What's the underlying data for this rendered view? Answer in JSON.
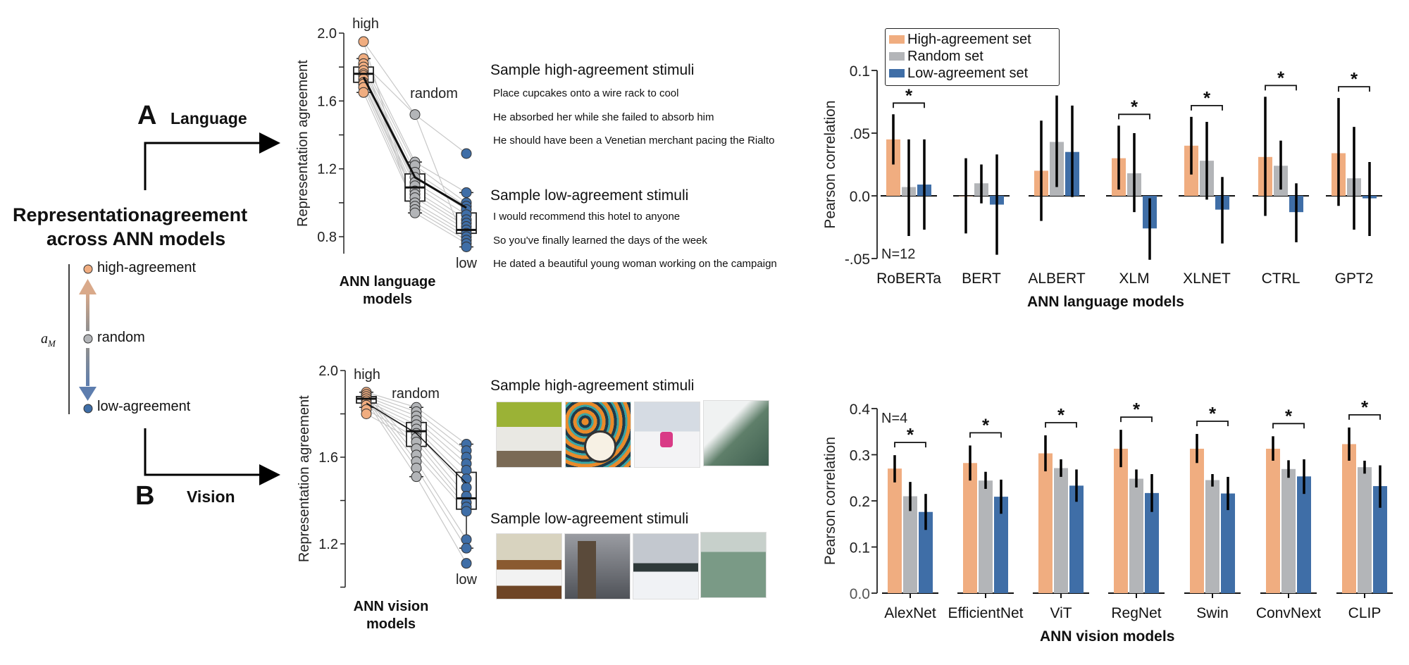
{
  "colors": {
    "high": "#F0AD80",
    "random": "#B3B5B8",
    "low": "#3F6EA7",
    "high_arrow": "#D8A885",
    "low_arrow": "#5D7DAE"
  },
  "left_panel": {
    "title_line1": "Representationagreement",
    "title_line2": "across ANN models",
    "axis_symbol": "a_M",
    "levels": [
      {
        "label": "high-agreement",
        "key": "high"
      },
      {
        "label": "random",
        "key": "random"
      },
      {
        "label": "low-agreement",
        "key": "low"
      }
    ],
    "panel_a": {
      "letter": "A",
      "label": "Language"
    },
    "panel_b": {
      "letter": "B",
      "label": "Vision"
    }
  },
  "language_stimuli": {
    "high_title": "Sample high-agreement stimuli",
    "high_sentences": [
      "Place cupcakes onto a wire rack to cool",
      "He absorbed her while she failed to absorb him",
      "He should have been a Venetian merchant pacing the Rialto"
    ],
    "low_title": "Sample low-agreement stimuli",
    "low_sentences": [
      "I would recommend this hotel to anyone",
      "So you've finally learned the days of the week",
      "He dated a beautiful young woman working on the campaign"
    ]
  },
  "vision_stimuli": {
    "high_title": "Sample high-agreement stimuli",
    "high_images": [
      "living-room",
      "clock-on-patterned-wall",
      "skier",
      "surfer"
    ],
    "low_title": "Sample low-agreement stimuli",
    "low_images": [
      "bed",
      "clock-tower",
      "snow-hikers",
      "kitesurfer"
    ]
  },
  "chart_data": [
    {
      "id": "language_dots",
      "type": "scatter",
      "title": "",
      "xlabel": "ANN language models",
      "ylabel": "Representation agreement",
      "ylim": [
        0.7,
        2.0
      ],
      "yticks": [
        0.8,
        1.2,
        1.6,
        2.0
      ],
      "yticklabels": [
        "0.8",
        "1.2",
        "1.6",
        "2.0"
      ],
      "categories": [
        "high",
        "random",
        "low"
      ],
      "category_labels": [
        "high",
        "random",
        "low"
      ],
      "series": [
        {
          "name": "high",
          "values": [
            1.95,
            1.85,
            1.82,
            1.8,
            1.78,
            1.76,
            1.75,
            1.73,
            1.71,
            1.7,
            1.68,
            1.65
          ]
        },
        {
          "name": "random",
          "values": [
            1.52,
            1.24,
            1.22,
            1.18,
            1.15,
            1.12,
            1.1,
            1.07,
            1.05,
            1.03,
            1.0,
            0.98,
            0.96,
            0.94
          ]
        },
        {
          "name": "low",
          "values": [
            1.29,
            1.06,
            1.0,
            0.98,
            0.96,
            0.93,
            0.9,
            0.88,
            0.86,
            0.84,
            0.82,
            0.8,
            0.78,
            0.76,
            0.74
          ]
        }
      ],
      "box": [
        {
          "q1": 1.71,
          "median": 1.76,
          "q3": 1.8,
          "whisker_low": 1.65,
          "whisker_high": 1.85
        },
        {
          "q1": 1.01,
          "median": 1.09,
          "q3": 1.17,
          "whisker_low": 0.94,
          "whisker_high": 1.24
        },
        {
          "q1": 0.82,
          "median": 0.84,
          "q3": 0.94,
          "whisker_low": 0.74,
          "whisker_high": 1.06
        }
      ],
      "mean_line": [
        1.74,
        1.15,
        0.97
      ]
    },
    {
      "id": "language_bars",
      "type": "bar",
      "title": "",
      "xlabel": "ANN language models",
      "ylabel": "Pearson correlation",
      "ylim": [
        -0.05,
        0.1
      ],
      "yticks": [
        -0.05,
        0.0,
        0.05,
        0.1
      ],
      "yticklabels": [
        "-.05",
        "0.0",
        ".05",
        "0.1"
      ],
      "annotation": "N=12",
      "legend": [
        "High-agreement set",
        "Random set",
        "Low-agreement set"
      ],
      "legend_position": "top-left",
      "categories": [
        "RoBERTa",
        "BERT",
        "ALBERT",
        "XLM",
        "XLNET",
        "CTRL",
        "GPT2"
      ],
      "series": [
        {
          "name": "High-agreement set",
          "values": [
            0.045,
            0.0,
            0.02,
            0.03,
            0.04,
            0.031,
            0.034
          ],
          "err_low": [
            0.025,
            -0.03,
            -0.02,
            0.005,
            0.017,
            -0.016,
            -0.008
          ],
          "err_high": [
            0.065,
            0.03,
            0.06,
            0.056,
            0.063,
            0.079,
            0.078
          ]
        },
        {
          "name": "Random set",
          "values": [
            0.007,
            0.01,
            0.043,
            0.018,
            0.028,
            0.024,
            0.014
          ],
          "err_low": [
            -0.032,
            -0.006,
            0.007,
            -0.013,
            -0.003,
            0.005,
            -0.027
          ],
          "err_high": [
            0.045,
            0.025,
            0.08,
            0.05,
            0.059,
            0.044,
            0.055
          ]
        },
        {
          "name": "Low-agreement set",
          "values": [
            0.009,
            -0.007,
            0.035,
            -0.026,
            -0.011,
            -0.013,
            -0.002
          ],
          "err_low": [
            -0.027,
            -0.047,
            -0.001,
            -0.051,
            -0.038,
            -0.037,
            -0.032
          ],
          "err_high": [
            0.045,
            0.033,
            0.072,
            -0.002,
            0.015,
            0.01,
            0.027
          ]
        }
      ],
      "significance": [
        "*",
        "",
        "",
        "*",
        "*",
        "*",
        "*"
      ]
    },
    {
      "id": "vision_dots",
      "type": "scatter",
      "title": "",
      "xlabel": "ANN vision models",
      "ylabel": "Representation agreement",
      "ylim": [
        1.0,
        2.0
      ],
      "yticks": [
        1.2,
        1.6,
        2.0
      ],
      "yticklabels": [
        "1.2",
        "1.6",
        "2.0"
      ],
      "categories": [
        "high",
        "random",
        "low"
      ],
      "category_labels": [
        "high",
        "random",
        "low"
      ],
      "series": [
        {
          "name": "high",
          "values": [
            1.9,
            1.89,
            1.88,
            1.87,
            1.86,
            1.85,
            1.84,
            1.82,
            1.8
          ]
        },
        {
          "name": "random",
          "values": [
            1.83,
            1.81,
            1.79,
            1.77,
            1.75,
            1.73,
            1.71,
            1.69,
            1.67,
            1.64,
            1.61,
            1.58,
            1.55,
            1.51
          ]
        },
        {
          "name": "low",
          "values": [
            1.66,
            1.63,
            1.6,
            1.57,
            1.54,
            1.5,
            1.46,
            1.42,
            1.39,
            1.37,
            1.35,
            1.22,
            1.18,
            1.11
          ]
        }
      ],
      "box": [
        {
          "q1": 1.85,
          "median": 1.87,
          "q3": 1.88,
          "whisker_low": 1.83,
          "whisker_high": 1.9
        },
        {
          "q1": 1.65,
          "median": 1.72,
          "q3": 1.76,
          "whisker_low": 1.51,
          "whisker_high": 1.83
        },
        {
          "q1": 1.36,
          "median": 1.41,
          "q3": 1.53,
          "whisker_low": 1.18,
          "whisker_high": 1.66
        }
      ],
      "mean_line": [
        1.85,
        1.71,
        1.48
      ]
    },
    {
      "id": "vision_bars",
      "type": "bar",
      "title": "",
      "xlabel": "ANN vision models",
      "ylabel": "Pearson correlation",
      "ylim": [
        0.0,
        0.4
      ],
      "yticks": [
        0.0,
        0.1,
        0.2,
        0.3,
        0.4
      ],
      "yticklabels": [
        "0.0",
        "0.1",
        "0.2",
        "0.3",
        "0.4"
      ],
      "annotation": "N=4",
      "categories": [
        "AlexNet",
        "EfficientNet",
        "ViT",
        "RegNet",
        "Swin",
        "ConvNext",
        "CLIP"
      ],
      "series": [
        {
          "name": "High-agreement set",
          "values": [
            0.27,
            0.282,
            0.303,
            0.313,
            0.313,
            0.313,
            0.323
          ],
          "err_low": [
            0.24,
            0.244,
            0.264,
            0.273,
            0.282,
            0.287,
            0.287
          ],
          "err_high": [
            0.299,
            0.32,
            0.342,
            0.354,
            0.345,
            0.34,
            0.359
          ]
        },
        {
          "name": "Random set",
          "values": [
            0.21,
            0.244,
            0.271,
            0.248,
            0.245,
            0.269,
            0.273
          ],
          "err_low": [
            0.178,
            0.226,
            0.252,
            0.229,
            0.231,
            0.25,
            0.259
          ],
          "err_high": [
            0.241,
            0.263,
            0.29,
            0.268,
            0.258,
            0.288,
            0.287
          ]
        },
        {
          "name": "Low-agreement set",
          "values": [
            0.176,
            0.209,
            0.233,
            0.217,
            0.216,
            0.253,
            0.232
          ],
          "err_low": [
            0.137,
            0.172,
            0.198,
            0.176,
            0.18,
            0.215,
            0.185
          ],
          "err_high": [
            0.215,
            0.246,
            0.268,
            0.258,
            0.252,
            0.29,
            0.277
          ]
        }
      ],
      "significance": [
        "*",
        "*",
        "*",
        "*",
        "*",
        "*",
        "*"
      ]
    }
  ]
}
